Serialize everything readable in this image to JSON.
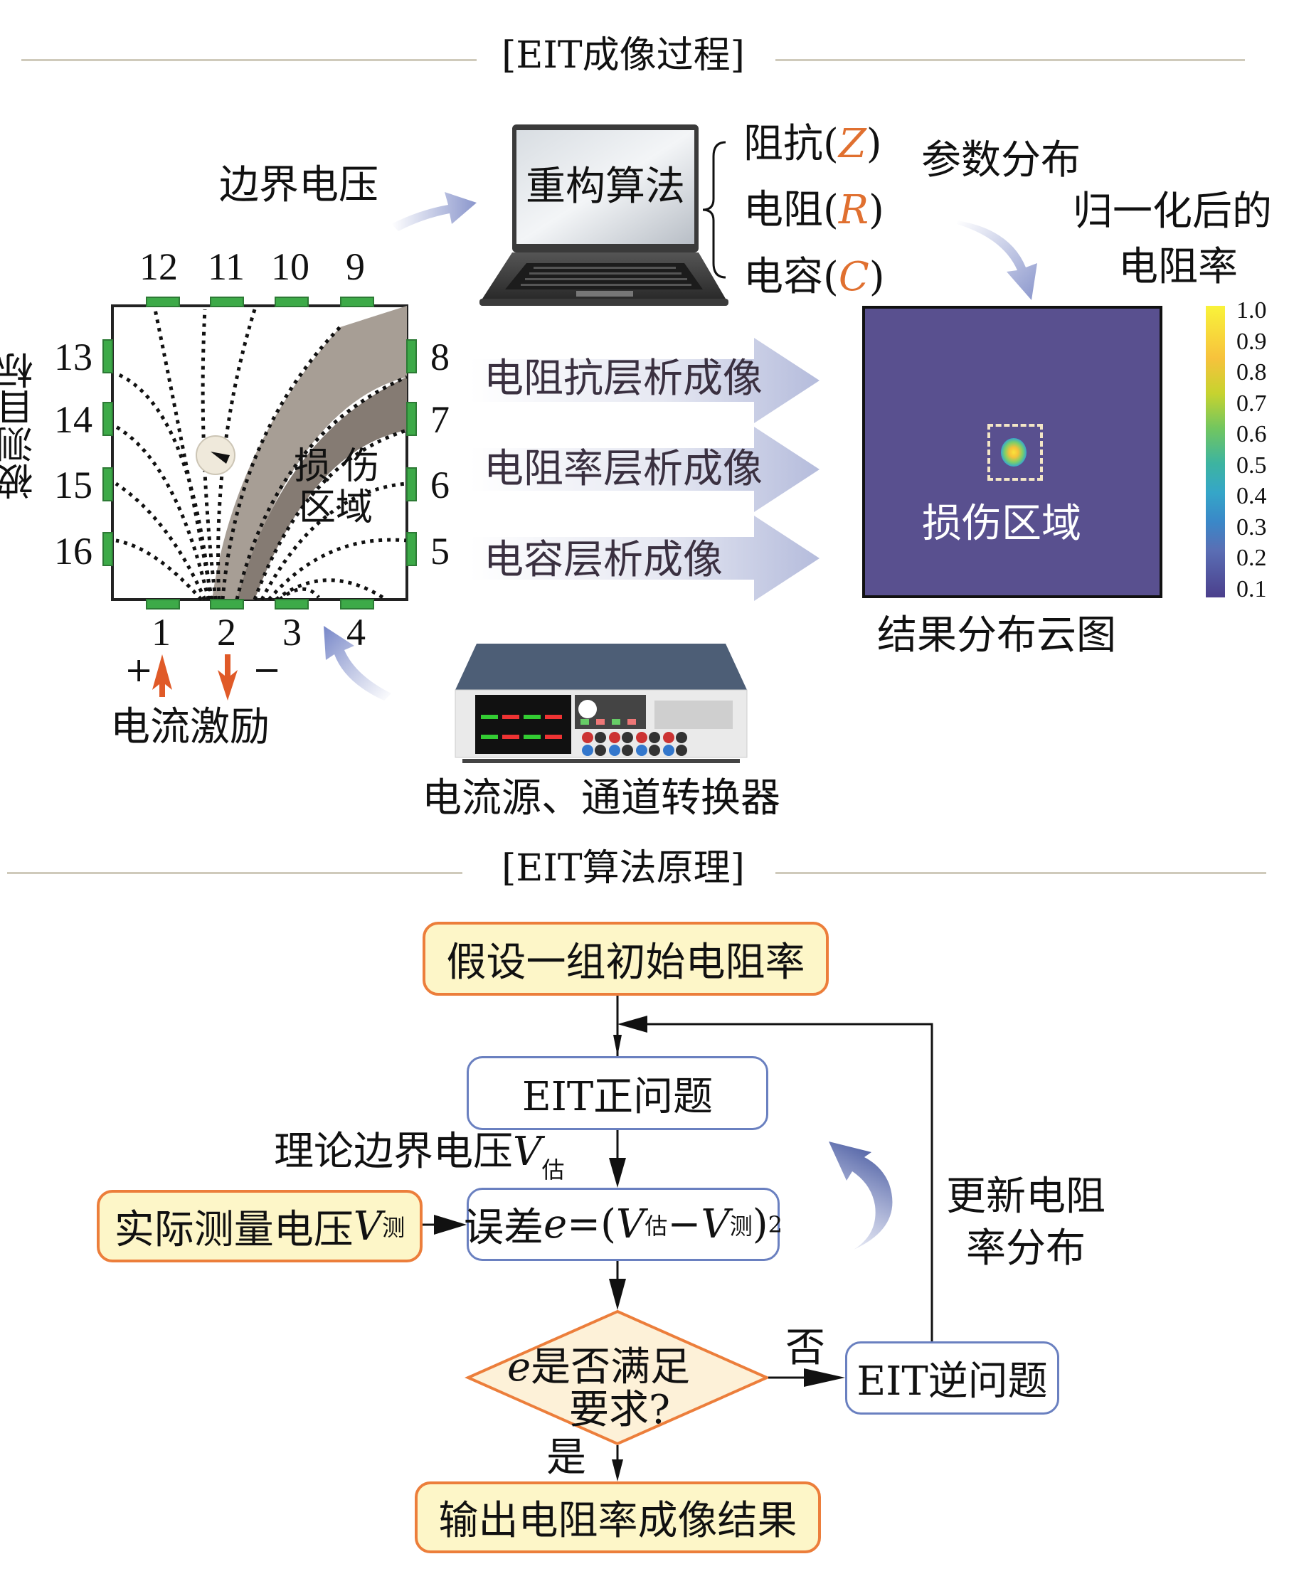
{
  "sections": {
    "process_title": "[EIT成像过程]",
    "algorithm_title": "[EIT算法原理]"
  },
  "process": {
    "boundary_voltage_label": "边界电压",
    "laptop_screen_text": "重构算法",
    "parameters": [
      {
        "name": "阻抗",
        "symbol": "Z"
      },
      {
        "name": "电阻",
        "symbol": "R"
      },
      {
        "name": "电容",
        "symbol": "C"
      }
    ],
    "param_distribution_label": "参数分布",
    "normalized_label_line1": "归一化后的",
    "normalized_label_line2": "电阻率",
    "target_label": "被测目标",
    "electrodes": {
      "top": [
        "12",
        "11",
        "10",
        "9"
      ],
      "right": [
        "8",
        "7",
        "6",
        "5"
      ],
      "bottom": [
        "1",
        "2",
        "3",
        "4"
      ],
      "left": [
        "13",
        "14",
        "15",
        "16"
      ]
    },
    "damage_label_line1": "损 伤",
    "damage_label_line2": "区域",
    "imaging_methods": [
      "电阻抗层析成像",
      "电阻率层析成像",
      "电容层析成像"
    ],
    "current_excitation_label": "电流激励",
    "plus_sign": "+",
    "minus_sign": "−",
    "device_label": "电流源、通道转换器",
    "result_label": "结果分布云图",
    "heatmap_damage_label": "损伤区域",
    "colorbar_ticks": [
      "1.0",
      "0.9",
      "0.8",
      "0.7",
      "0.6",
      "0.5",
      "0.4",
      "0.3",
      "0.2",
      "0.1"
    ],
    "colors": {
      "heatmap_bg": "#59508f",
      "electrode": "#3daa48",
      "highlight": "#e07030",
      "arrow": "#8a96cc"
    }
  },
  "algorithm": {
    "start_box": "假设一组初始电阻率",
    "forward_box": "EIT正问题",
    "theory_voltage_label": "理论边界电压",
    "V": "V",
    "est_sub": "估",
    "meas_sub": "测",
    "measured_box": "实际测量电压",
    "error_prefix": "误差",
    "error_e": "e",
    "error_eq": "=(",
    "error_minus": "−",
    "error_close": ")",
    "error_power": "2",
    "decision_e": "e",
    "decision_line1": "是否满足",
    "decision_line2": "要求?",
    "no_label": "否",
    "yes_label": "是",
    "inverse_box": "EIT逆问题",
    "update_label_line1": "更新电阻",
    "update_label_line2": "率分布",
    "output_box": "输出电阻率成像结果"
  }
}
